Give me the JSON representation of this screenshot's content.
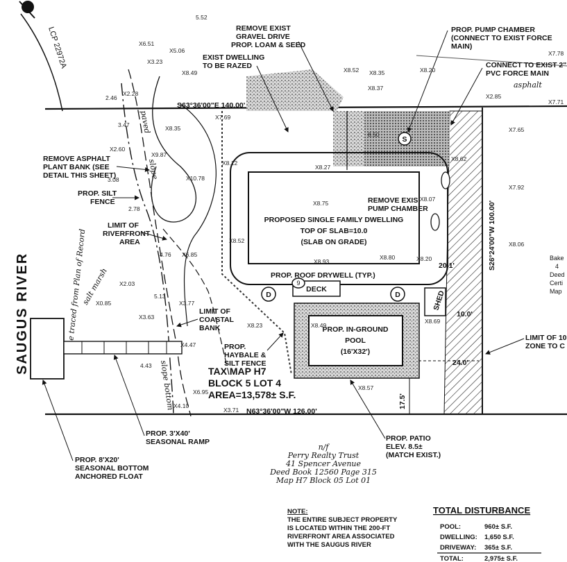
{
  "river": {
    "name": "SAUGUS RIVER"
  },
  "lcp": "LCP 22972A",
  "bearings": {
    "north": "S63°36'00\"E   140.00'",
    "south": "N63°36'00\"W   126.00'",
    "east": "S26°24'00\"W   100.00'"
  },
  "callouts": {
    "remove_gravel": [
      "REMOVE EXIST",
      "GRAVEL DRIVE",
      "PROP. LOAM & SEED"
    ],
    "exist_dwelling": [
      "EXIST DWELLING",
      "TO BE RAZED"
    ],
    "pump_chamber": [
      "PROP. PUMP CHAMBER",
      "(CONNECT TO EXIST FORCE",
      "MAIN)"
    ],
    "force_main": [
      "CONNECT TO EXIST 2\"",
      "PVC FORCE MAIN"
    ],
    "remove_asphalt": [
      "REMOVE ASPHALT",
      "PLANT BANK (SEE",
      "DETAIL THIS SHEET)"
    ],
    "silt_fence": [
      "PROP. SILT",
      "FENCE"
    ],
    "riverfront": [
      "LIMIT OF",
      "RIVERFRONT",
      "AREA"
    ],
    "coastal_bank": [
      "LIMIT OF",
      "COASTAL",
      "BANK"
    ],
    "haybale": [
      "PROP.",
      "HAYBALE &",
      "SILT FENCE"
    ],
    "ramp": [
      "PROP. 3'X40'",
      "SEASONAL RAMP"
    ],
    "float": [
      "PROP. 8'X20'",
      "SEASONAL BOTTOM",
      "ANCHORED FLOAT"
    ],
    "patio": [
      "PROP. PATIO",
      "ELEV. 8.5±",
      "(MATCH EXIST.)"
    ],
    "limit_zone": [
      "LIMIT OF 10",
      "ZONE TO C"
    ],
    "remove_pump": [
      "REMOVE EXIS",
      "PUMP CHAMBER"
    ],
    "drywell": "PROP. ROOF DRYWELL (TYP.)"
  },
  "dwelling": [
    "PROPOSED SINGLE FAMILY DWELLING",
    "TOP OF SLAB=10.0",
    "(SLAB ON GRADE)"
  ],
  "pool": [
    "PROP. IN-GROUND",
    "POOL",
    "(16'X32')"
  ],
  "deck": "DECK",
  "shed": "SHED",
  "tax_map": [
    "TAX MAP H7",
    "BLOCK 5 LOT 4",
    "AREA=13,578± S.F."
  ],
  "handwritten": {
    "asphalt": "asphalt",
    "salt_marsh": "salt marsh",
    "paved": "paved",
    "slope": "slope",
    "slope_bottom": "slope bottom",
    "record_line": "line traced from Plan of Record"
  },
  "abutter": [
    "n/f",
    "Perry Realty Trust",
    "41 Spencer Avenue",
    "Deed Book 12560 Page 315",
    "Map H7 Block 05 Lot 01"
  ],
  "right_edge_text": [
    "Bake",
    "4",
    "Deed",
    "Certi",
    "Map"
  ],
  "dimensions": {
    "d1": "20.1'",
    "d2": "10.0'",
    "d3": "24.0'",
    "d4": "17.5'"
  },
  "markers": {
    "drywell": "D",
    "seq_9": "9",
    "pump": "S"
  },
  "elevations": [
    "5.52",
    "X6.51",
    "X5.06",
    "X3.23",
    "X8.49",
    "2.46",
    "X2.28",
    "3.47",
    "X8.35",
    "X7.69",
    "X8.52",
    "X8.35",
    "X8.37",
    "X8.20",
    "X2.60",
    "X9.87",
    "3.08",
    "X10.78",
    "X8.27",
    "X8.75",
    "X8.93",
    "X8.80",
    "X8.20",
    "X6.85",
    "X2.03",
    "X3.63",
    "X0.85",
    "X3.77",
    "X4.10",
    "X6.95",
    "X3.71",
    "X8.57",
    "X8.49",
    "X8.69",
    "X7.65",
    "X7.92",
    "X8.06",
    "X8.62",
    "X7.78",
    "X7.71",
    "X2.85",
    "X8.07",
    "X8.12",
    "X8.52",
    "8.50",
    "4.76",
    "5.13",
    "4.43",
    "X4.47",
    "X8.23",
    "2.78"
  ],
  "note": {
    "title": "NOTE:",
    "lines": [
      "THE ENTIRE SUBJECT PROPERTY",
      "IS LOCATED WITHIN THE 200-FT",
      "RIVERFRONT AREA ASSOCIATED",
      "WITH THE SAUGUS RIVER"
    ]
  },
  "disturbance": {
    "title": "TOTAL DISTURBANCE",
    "rows": [
      {
        "label": "POOL:",
        "value": "960± S.F."
      },
      {
        "label": "DWELLING:",
        "value": "1,650 S.F."
      },
      {
        "label": "DRIVEWAY:",
        "value": "365± S.F."
      },
      {
        "label": "TOTAL:",
        "value": "2,975± S.F."
      }
    ]
  }
}
